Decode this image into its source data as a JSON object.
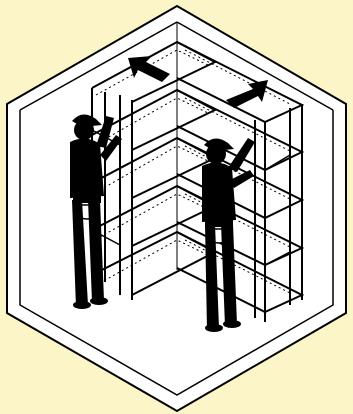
{
  "illustration": {
    "colors": {
      "background": "#FCF5C8",
      "room_fill": "#FFFFFF",
      "ink": "#000000"
    },
    "icons": [
      "room-cube",
      "corner-shelving-unit",
      "worker-figure",
      "push-direction-arrow"
    ],
    "people_count": 2,
    "arrow_count": 2,
    "shelf_levels": 5
  }
}
